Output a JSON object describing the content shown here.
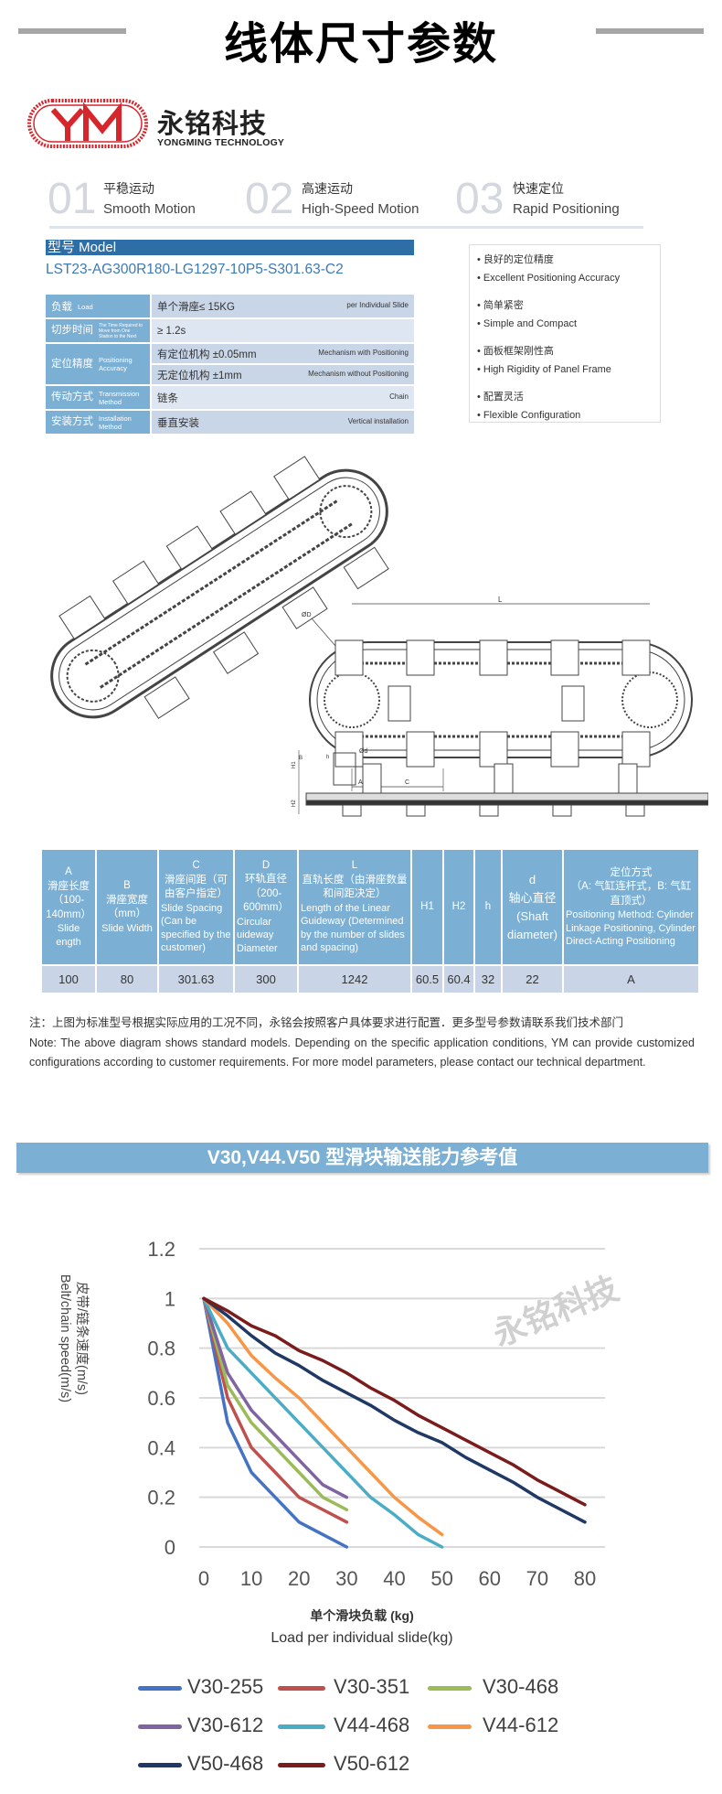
{
  "header": {
    "title": "线体尺寸参数"
  },
  "brand": {
    "name_cn": "永铭科技",
    "name_en": "YONGMING TECHNOLOGY",
    "logo_text": "YM",
    "accent": "#d7252c"
  },
  "features": [
    {
      "num": "01",
      "cn": "平稳运动",
      "en": "Smooth Motion"
    },
    {
      "num": "02",
      "cn": "高速运动",
      "en": "High-Speed Motion"
    },
    {
      "num": "03",
      "cn": "快速定位",
      "en": "Rapid Positioning"
    }
  ],
  "model": {
    "label": "型号  Model",
    "number": "LST23-AG300R180-LG1297-10P5-S301.63-C2"
  },
  "spec": {
    "load": {
      "cn": "负载",
      "en": "Load",
      "value": "单个滑座≤ 15KG",
      "value_en": "per Individual Slide"
    },
    "step": {
      "cn": "切步时间",
      "en": "The Time Required to Move from One Station to the Next",
      "value": "≥ 1.2s"
    },
    "positioning": {
      "cn": "定位精度",
      "en": "Positioning Accuracy",
      "with": "有定位机构 ±0.05mm",
      "with_en": "Mechanism with Positioning",
      "without": "无定位机构 ±1mm",
      "without_en": "Mechanism without Positioning"
    },
    "transmission": {
      "cn": "传动方式",
      "en": "Transmission Method",
      "value": "链条",
      "value_en": "Chain"
    },
    "install": {
      "cn": "安装方式",
      "en": "Installation Method",
      "value": "垂直安装",
      "value_en": "Vertical installation"
    }
  },
  "advantages": [
    {
      "cn": "• 良好的定位精度",
      "en": "• Excellent Positioning Accuracy"
    },
    {
      "cn": "• 简单紧密",
      "en": "• Simple and Compact"
    },
    {
      "cn": "• 面板框架刚性高",
      "en": "• High Rigidity of Panel Frame"
    },
    {
      "cn": "• 配置灵活",
      "en": "• Flexible Configuration"
    }
  ],
  "drawing_labels": {
    "L": "L",
    "D": "ØD",
    "A": "A",
    "C": "C",
    "d": "Ød",
    "H1": "H1",
    "H2": "H2",
    "h": "h",
    "B": "B"
  },
  "dim_table": {
    "headers": [
      {
        "code": "A",
        "cn": "滑座长度（100-140mm）",
        "en": "Slide ength"
      },
      {
        "code": "B",
        "cn": "滑座宽度（mm）",
        "en": "Slide Width"
      },
      {
        "code": "C",
        "cn": "滑座间距（可由客户指定）",
        "en": "Slide Spacing (Can be specified by the customer)"
      },
      {
        "code": "D",
        "cn": "环轨直径（200-600mm）",
        "en": "Circular uideway Diameter"
      },
      {
        "code": "L",
        "cn": "直轨长度（由滑座数量和间距决定）",
        "en": "Length of the Linear Guideway (Determined by the number of slides and spacing)"
      },
      {
        "code": "H1",
        "cn": "",
        "en": ""
      },
      {
        "code": "H2",
        "cn": "",
        "en": ""
      },
      {
        "code": "h",
        "cn": "",
        "en": ""
      },
      {
        "code": "d",
        "cn": "轴心直径",
        "en": "(Shaft diameter)"
      },
      {
        "code": "定位方式",
        "cn": "（A: 气缸连杆式，B: 气缸直顶式）",
        "en": "Positioning Method: Cylinder Linkage Positioning, Cylinder Direct-Acting Positioning"
      }
    ],
    "values": [
      "100",
      "80",
      "301.63",
      "300",
      "1242",
      "60.5",
      "60.4",
      "32",
      "22",
      "A"
    ]
  },
  "note": {
    "cn": "注：上图为标准型号根据实际应用的工况不同，永铭会按照客户具体要求进行配置．更多型号参数请联系我们技术部门",
    "en": "Note: The above diagram shows standard models. Depending on the specific application conditions, YM can provide customized configurations according to customer requirements. For more model parameters, please contact our technical department."
  },
  "chart_banner": "V30,V44.V50  型滑块输送能力参考值",
  "watermark": "永铭科技",
  "chart_data": {
    "type": "line",
    "title": "V30,V44.V50 型滑块输送能力参考值",
    "xlabel_cn": "单个滑块负载 (kg)",
    "xlabel": "Load per individual slide(kg)",
    "ylabel_cn": "皮带/链条速度(m/s)",
    "ylabel": "Belt/chain speed(m/s)",
    "xlim": [
      0,
      80
    ],
    "ylim": [
      0,
      1.2
    ],
    "xticks": [
      "0",
      "10",
      "20",
      "30",
      "40",
      "50",
      "60",
      "70",
      "80"
    ],
    "yticks": [
      "0",
      "0.2",
      "0.4",
      "0.6",
      "0.8",
      "1",
      "1.2"
    ],
    "grid": "horizontal",
    "legend": "bottom",
    "series": [
      {
        "name": "V30-255",
        "color": "#4472c4",
        "x": [
          0,
          5,
          10,
          15,
          20,
          25,
          30
        ],
        "y": [
          1,
          0.5,
          0.3,
          0.2,
          0.1,
          0.05,
          0
        ]
      },
      {
        "name": "V30-351",
        "color": "#c0504d",
        "x": [
          0,
          5,
          10,
          15,
          20,
          25,
          30
        ],
        "y": [
          1,
          0.6,
          0.4,
          0.3,
          0.2,
          0.15,
          0.1
        ]
      },
      {
        "name": "V30-468",
        "color": "#9bbb59",
        "x": [
          0,
          5,
          10,
          15,
          20,
          25,
          30
        ],
        "y": [
          1,
          0.65,
          0.5,
          0.4,
          0.3,
          0.2,
          0.15
        ]
      },
      {
        "name": "V30-612",
        "color": "#8064a2",
        "x": [
          0,
          5,
          10,
          15,
          20,
          25,
          30
        ],
        "y": [
          1,
          0.7,
          0.55,
          0.45,
          0.35,
          0.25,
          0.2
        ]
      },
      {
        "name": "V44-468",
        "color": "#4bacc6",
        "x": [
          0,
          5,
          10,
          15,
          20,
          25,
          30,
          35,
          40,
          45,
          50
        ],
        "y": [
          1,
          0.8,
          0.7,
          0.6,
          0.5,
          0.4,
          0.3,
          0.2,
          0.13,
          0.05,
          0
        ]
      },
      {
        "name": "V44-612",
        "color": "#f79646",
        "x": [
          0,
          5,
          10,
          15,
          20,
          25,
          30,
          35,
          40,
          45,
          50
        ],
        "y": [
          1,
          0.9,
          0.77,
          0.68,
          0.6,
          0.5,
          0.4,
          0.3,
          0.2,
          0.12,
          0.05
        ]
      },
      {
        "name": "V50-468",
        "color": "#1f3864",
        "x": [
          0,
          5,
          10,
          15,
          20,
          25,
          30,
          35,
          40,
          45,
          50,
          55,
          60,
          65,
          70,
          75,
          80
        ],
        "y": [
          1,
          0.93,
          0.85,
          0.78,
          0.73,
          0.67,
          0.62,
          0.57,
          0.51,
          0.46,
          0.42,
          0.36,
          0.31,
          0.26,
          0.2,
          0.15,
          0.1
        ]
      },
      {
        "name": "V50-612",
        "color": "#7b1c1c",
        "x": [
          0,
          5,
          10,
          15,
          20,
          25,
          30,
          35,
          40,
          45,
          50,
          55,
          60,
          65,
          70,
          75,
          80
        ],
        "y": [
          1,
          0.95,
          0.89,
          0.85,
          0.79,
          0.75,
          0.7,
          0.64,
          0.59,
          0.53,
          0.48,
          0.43,
          0.38,
          0.33,
          0.27,
          0.22,
          0.17
        ]
      }
    ]
  }
}
